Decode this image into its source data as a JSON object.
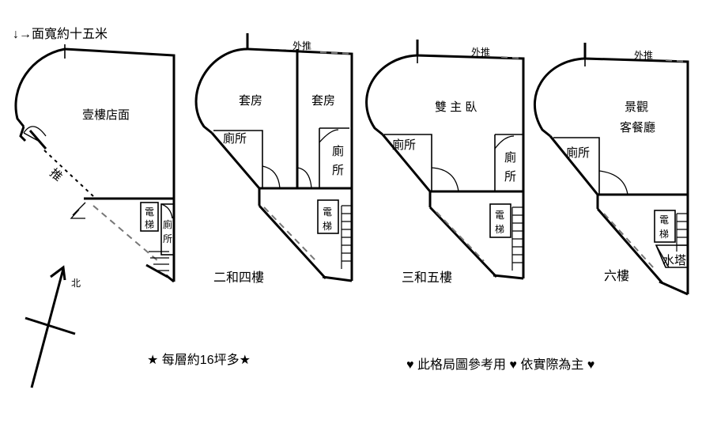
{
  "header_note": "↓→面寬約十五米",
  "compass_label": "北",
  "floor1": {
    "room": "壹樓店面",
    "push": "推",
    "elevator": [
      "電",
      "梯"
    ],
    "toilet": [
      "廁",
      "所"
    ]
  },
  "floor2": {
    "caption": "二和四樓",
    "push_out": "外推",
    "suite_left": "套房",
    "suite_right": "套房",
    "toilet_left": "廁所",
    "toilet_right": [
      "廁",
      "所"
    ],
    "elevator": [
      "電",
      "梯"
    ]
  },
  "floor3": {
    "caption": "三和五樓",
    "push_out": "外推",
    "room": "雙 主 臥",
    "toilet_left": "廁所",
    "toilet_right": [
      "廁",
      "所"
    ],
    "elevator": [
      "電",
      "梯"
    ]
  },
  "floor6": {
    "caption": "六樓",
    "push_out": "外推",
    "room_line1": "景觀",
    "room_line2": "客餐廳",
    "toilet_left": "廁所",
    "elevator": [
      "電",
      "梯"
    ],
    "water_tower": "水塔"
  },
  "footer_area": "★ 每層約16坪多★",
  "footer_disclaimer": "♥ 此格局圖參考用 ♥ 依實際為主 ♥"
}
